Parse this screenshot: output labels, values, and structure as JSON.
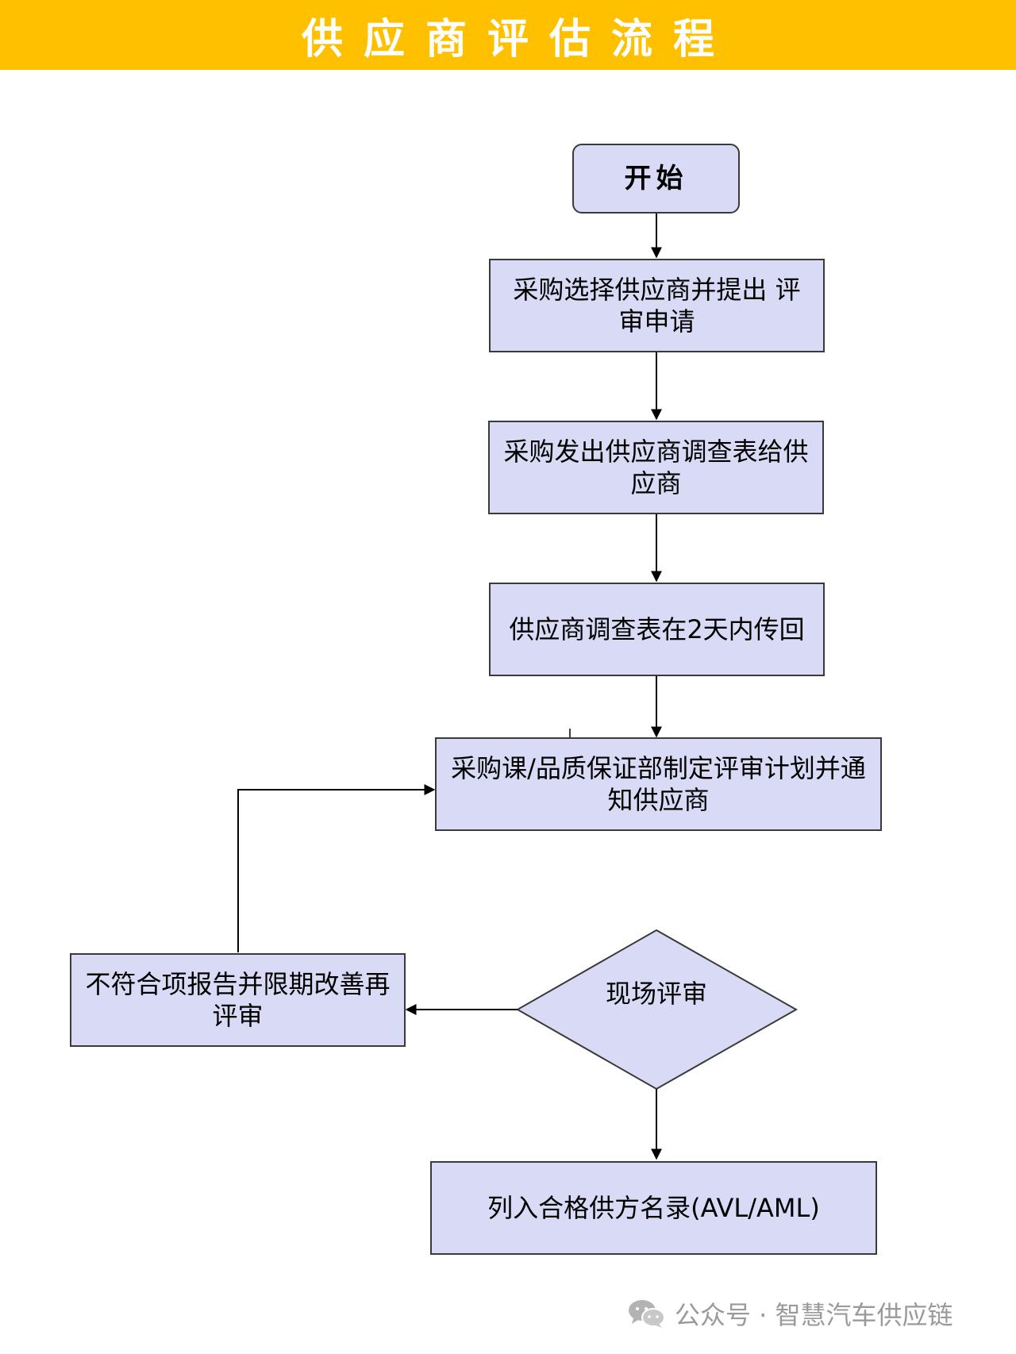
{
  "header": {
    "title": "供应商评估流程"
  },
  "nodes": {
    "start": "开始",
    "step1": "采购选择供应商并提出 评审申请",
    "step2": "采购发出供应商调查表给供应商",
    "step3": "供应商调查表在2天内传回",
    "step4": "采购课/品质保证部制定评审计划并通知供应商",
    "decision": "现场评审",
    "reject": "不符合项报告并限期改善再评审",
    "end": "列入合格供方名录(AVL/AML)"
  },
  "footer": {
    "text": "公众号 · 智慧汽车供应链",
    "icon": "wechat-icon"
  },
  "colors": {
    "header_bg": "#ffc000",
    "node_fill": "#d9daf5",
    "node_border": "#3a3a3a",
    "footer_text": "#9a9a9a"
  }
}
